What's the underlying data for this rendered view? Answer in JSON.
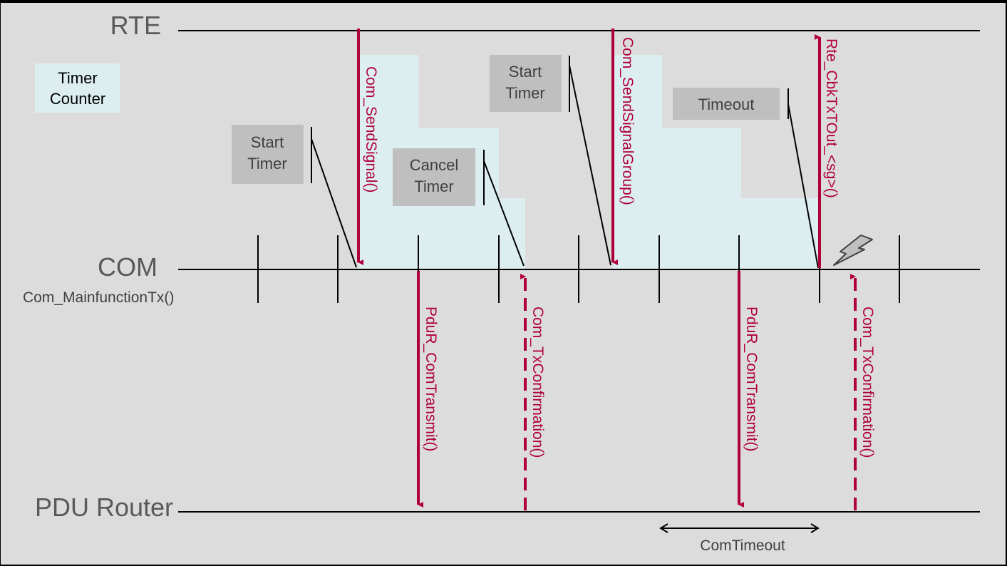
{
  "lanes": {
    "rte": "RTE",
    "com": "COM",
    "com_sub": "Com_MainfunctionTx()",
    "pdur": "PDU Router"
  },
  "legend": {
    "line1": "Timer",
    "line2": "Counter"
  },
  "boxes": {
    "start_timer_1": [
      "Start",
      "Timer"
    ],
    "cancel_timer": [
      "Cancel",
      "Timer"
    ],
    "start_timer_2": [
      "Start",
      "Timer"
    ],
    "timeout": [
      "Timeout"
    ]
  },
  "calls": {
    "send_signal": "Com_SendSignal()",
    "pdur_transmit_1": "PduR_ComTransmit()",
    "tx_confirmation_1": "Com_TxConfirmation()",
    "send_signal_group": "Com_SendSignalGroup()",
    "pdur_transmit_2": "PduR_ComTransmit()",
    "cbk_tx_tout": "Rte_CbkTxTOut_<sg>()",
    "tx_confirmation_2": "Com_TxConfirmation()"
  },
  "com_timeout": "ComTimeout",
  "colors": {
    "background": "#DCDCDC",
    "frame": "#000000",
    "accent": "#B0003A",
    "timer_fill": "#DDEEF1",
    "box_fill": "#BFBFBF",
    "lane_text": "#595959"
  }
}
